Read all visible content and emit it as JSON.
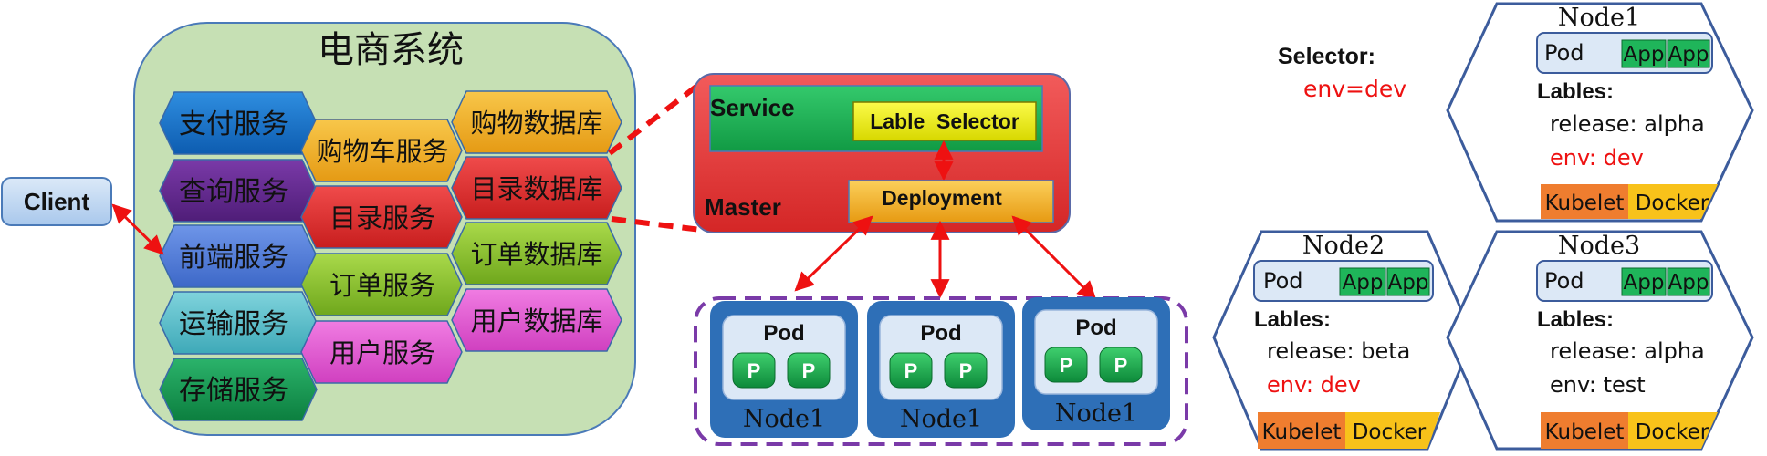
{
  "client": {
    "label": "Client"
  },
  "ecommerce": {
    "title": "电商系统",
    "services_left": [
      "支付服务",
      "查询服务",
      "前端服务",
      "运输服务",
      "存储服务"
    ],
    "services_mid": [
      "购物车服务",
      "目录服务",
      "订单服务",
      "用户服务"
    ],
    "databases": [
      "购物数据库",
      "目录数据库",
      "订单数据库",
      "用户数据库"
    ]
  },
  "master": {
    "label": "Master",
    "service_label": "Service",
    "selector_label": "Lable  Selector",
    "deployment_label": "Deployment"
  },
  "cluster_nodes": [
    {
      "name": "Node1",
      "pod": "Pod",
      "p1": "P",
      "p2": "P"
    },
    {
      "name": "Node1",
      "pod": "Pod",
      "p1": "P",
      "p2": "P"
    },
    {
      "name": "Node1",
      "pod": "Pod",
      "p1": "P",
      "p2": "P"
    }
  ],
  "selector": {
    "label": "Selector:",
    "value": "env=dev"
  },
  "hex_nodes": [
    {
      "name": "Node1",
      "pod": "Pod",
      "app1": "App",
      "app2": "App",
      "labels_title": "Lables:",
      "release": "release: alpha",
      "env": "env: dev",
      "env_highlight": true,
      "kubelet": "Kubelet",
      "docker": "Docker"
    },
    {
      "name": "Node2",
      "pod": "Pod",
      "app1": "App",
      "app2": "App",
      "labels_title": "Lables:",
      "release": "release: beta",
      "env": "env: dev",
      "env_highlight": true,
      "kubelet": "Kubelet",
      "docker": "Docker"
    },
    {
      "name": "Node3",
      "pod": "Pod",
      "app1": "App",
      "app2": "App",
      "labels_title": "Lables:",
      "release": "release: alpha",
      "env": "env: test",
      "env_highlight": false,
      "kubelet": "Kubelet",
      "docker": "Docker"
    }
  ],
  "colors": {
    "red_arrow": "#ee1111",
    "master_red": "#e83a3a",
    "service_green": "#1fb55a",
    "selector_yellow": "#f2f21a",
    "deployment_gold": "#f5b52a",
    "node_blue": "#2e6fb7",
    "pod_light": "#dce8f6",
    "p_green": "#17a84a",
    "dash_purple": "#7a3aa8",
    "hex_border": "#3c5c9c",
    "kubelet_orange": "#ef7d2f",
    "docker_gold": "#f8c21a",
    "app_green": "#1fb55a",
    "env_red": "#ee1111"
  }
}
